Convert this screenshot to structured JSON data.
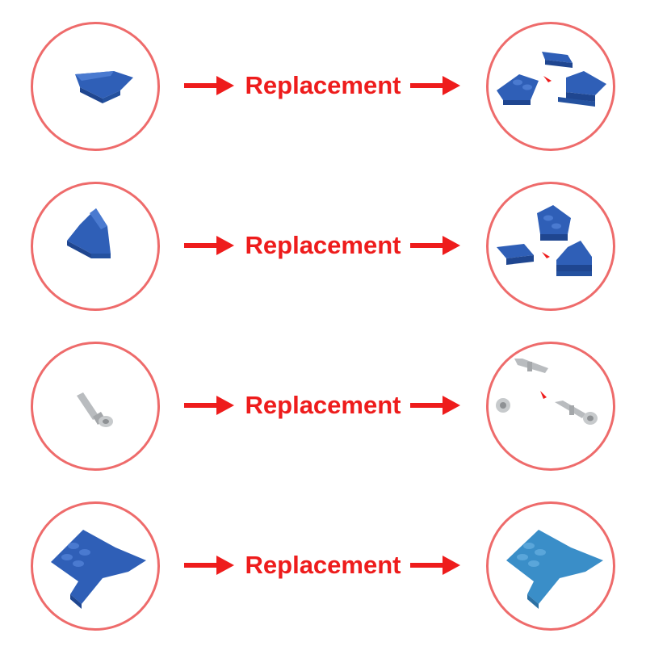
{
  "rows": [
    {
      "label": "Replacement",
      "before_icon": "blue-wedge-slope-part",
      "after_icon": "blue-wedge-plates-and-tile-parts"
    },
    {
      "label": "Replacement",
      "before_icon": "blue-wedge-slope-part",
      "after_icon": "blue-wedge-plates-and-tile-parts"
    },
    {
      "label": "Replacement",
      "before_icon": "gray-axle-pin-part",
      "after_icon": "gray-axle-pin-and-ring-parts"
    },
    {
      "label": "Replacement",
      "before_icon": "blue-wedge-plate-part",
      "after_icon": "light-blue-wedge-plate-part"
    }
  ],
  "colors": {
    "circle_border": "#ee6b6b",
    "arrow": "#ee1c1c",
    "label": "#ee1c1c",
    "lego_blue": "#2f5fb7",
    "lego_light_blue": "#3a8ec8",
    "lego_gray": "#b9bcbf"
  }
}
